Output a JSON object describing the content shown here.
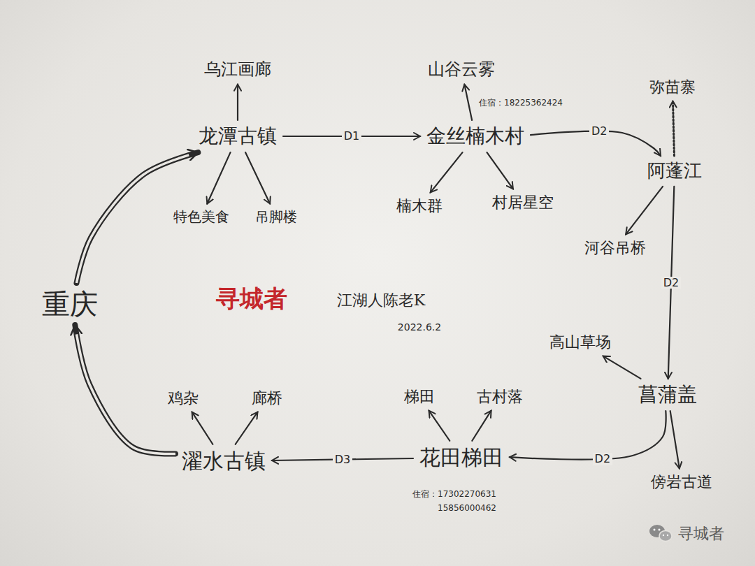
{
  "diagram": {
    "nodes": [
      {
        "text": [
          "重庆"
        ]
      },
      {
        "text": [
          "龙潭古镇"
        ]
      },
      {
        "text": [
          "乌江画廊"
        ]
      },
      {
        "text": [
          "特色美食"
        ]
      },
      {
        "text": [
          "吊脚楼"
        ]
      },
      {
        "text": [
          "金丝楠木村"
        ]
      },
      {
        "text": [
          "山谷云雾"
        ]
      },
      {
        "text": [
          "楠木群"
        ]
      },
      {
        "text": [
          "村居星空"
        ]
      },
      {
        "text": [
          "阿蓬江"
        ]
      },
      {
        "text": [
          "弥苗寨"
        ]
      },
      {
        "text": [
          "河谷吊桥"
        ]
      },
      {
        "text": [
          "菖蒲盖"
        ]
      },
      {
        "text": [
          "高山草场"
        ]
      },
      {
        "text": [
          "傍岩古道"
        ]
      },
      {
        "text": [
          "花田梯田"
        ]
      },
      {
        "text": [
          "梯田"
        ]
      },
      {
        "text": [
          "古村落"
        ]
      },
      {
        "text": [
          "濯水古镇"
        ]
      },
      {
        "text": [
          "鸡杂"
        ]
      },
      {
        "text": [
          "廊桥"
        ]
      }
    ],
    "edges": [
      {
        "from": 0,
        "to": 1,
        "arrow": "to"
      },
      {
        "from": 1,
        "to": 2,
        "arrow": "to"
      },
      {
        "from": 1,
        "to": 3,
        "arrow": "to"
      },
      {
        "from": 1,
        "to": 4,
        "arrow": "to"
      },
      {
        "from": 1,
        "to": 5,
        "label": "D1",
        "arrow": "to"
      },
      {
        "from": 5,
        "to": 6,
        "arrow": "to"
      },
      {
        "from": 5,
        "to": 7,
        "arrow": "to"
      },
      {
        "from": 5,
        "to": 8,
        "arrow": "to"
      },
      {
        "from": 5,
        "to": 9,
        "label": "D2",
        "arrow": "to"
      },
      {
        "from": 9,
        "to": 10,
        "arrow": "to"
      },
      {
        "from": 9,
        "to": 11,
        "arrow": "to"
      },
      {
        "from": 9,
        "to": 12,
        "label": "D2",
        "arrow": "to"
      },
      {
        "from": 12,
        "to": 13,
        "arrow": "to"
      },
      {
        "from": 12,
        "to": 14,
        "arrow": "to"
      },
      {
        "from": 12,
        "to": 15,
        "label": "D2",
        "arrow": "to"
      },
      {
        "from": 15,
        "to": 16,
        "arrow": "to"
      },
      {
        "from": 15,
        "to": 17,
        "arrow": "to"
      },
      {
        "from": 15,
        "to": 18,
        "label": "D3",
        "arrow": "to"
      },
      {
        "from": 18,
        "to": 19,
        "arrow": "to"
      },
      {
        "from": 18,
        "to": 20,
        "arrow": "to"
      },
      {
        "from": 18,
        "to": 0,
        "arrow": "to"
      }
    ],
    "labels": [
      "寻城者",
      "江湖人陈老K",
      "2022.6.2",
      "住宿：18225362424",
      "住宿：17302270631",
      "15856000462",
      "寻城者"
    ]
  }
}
